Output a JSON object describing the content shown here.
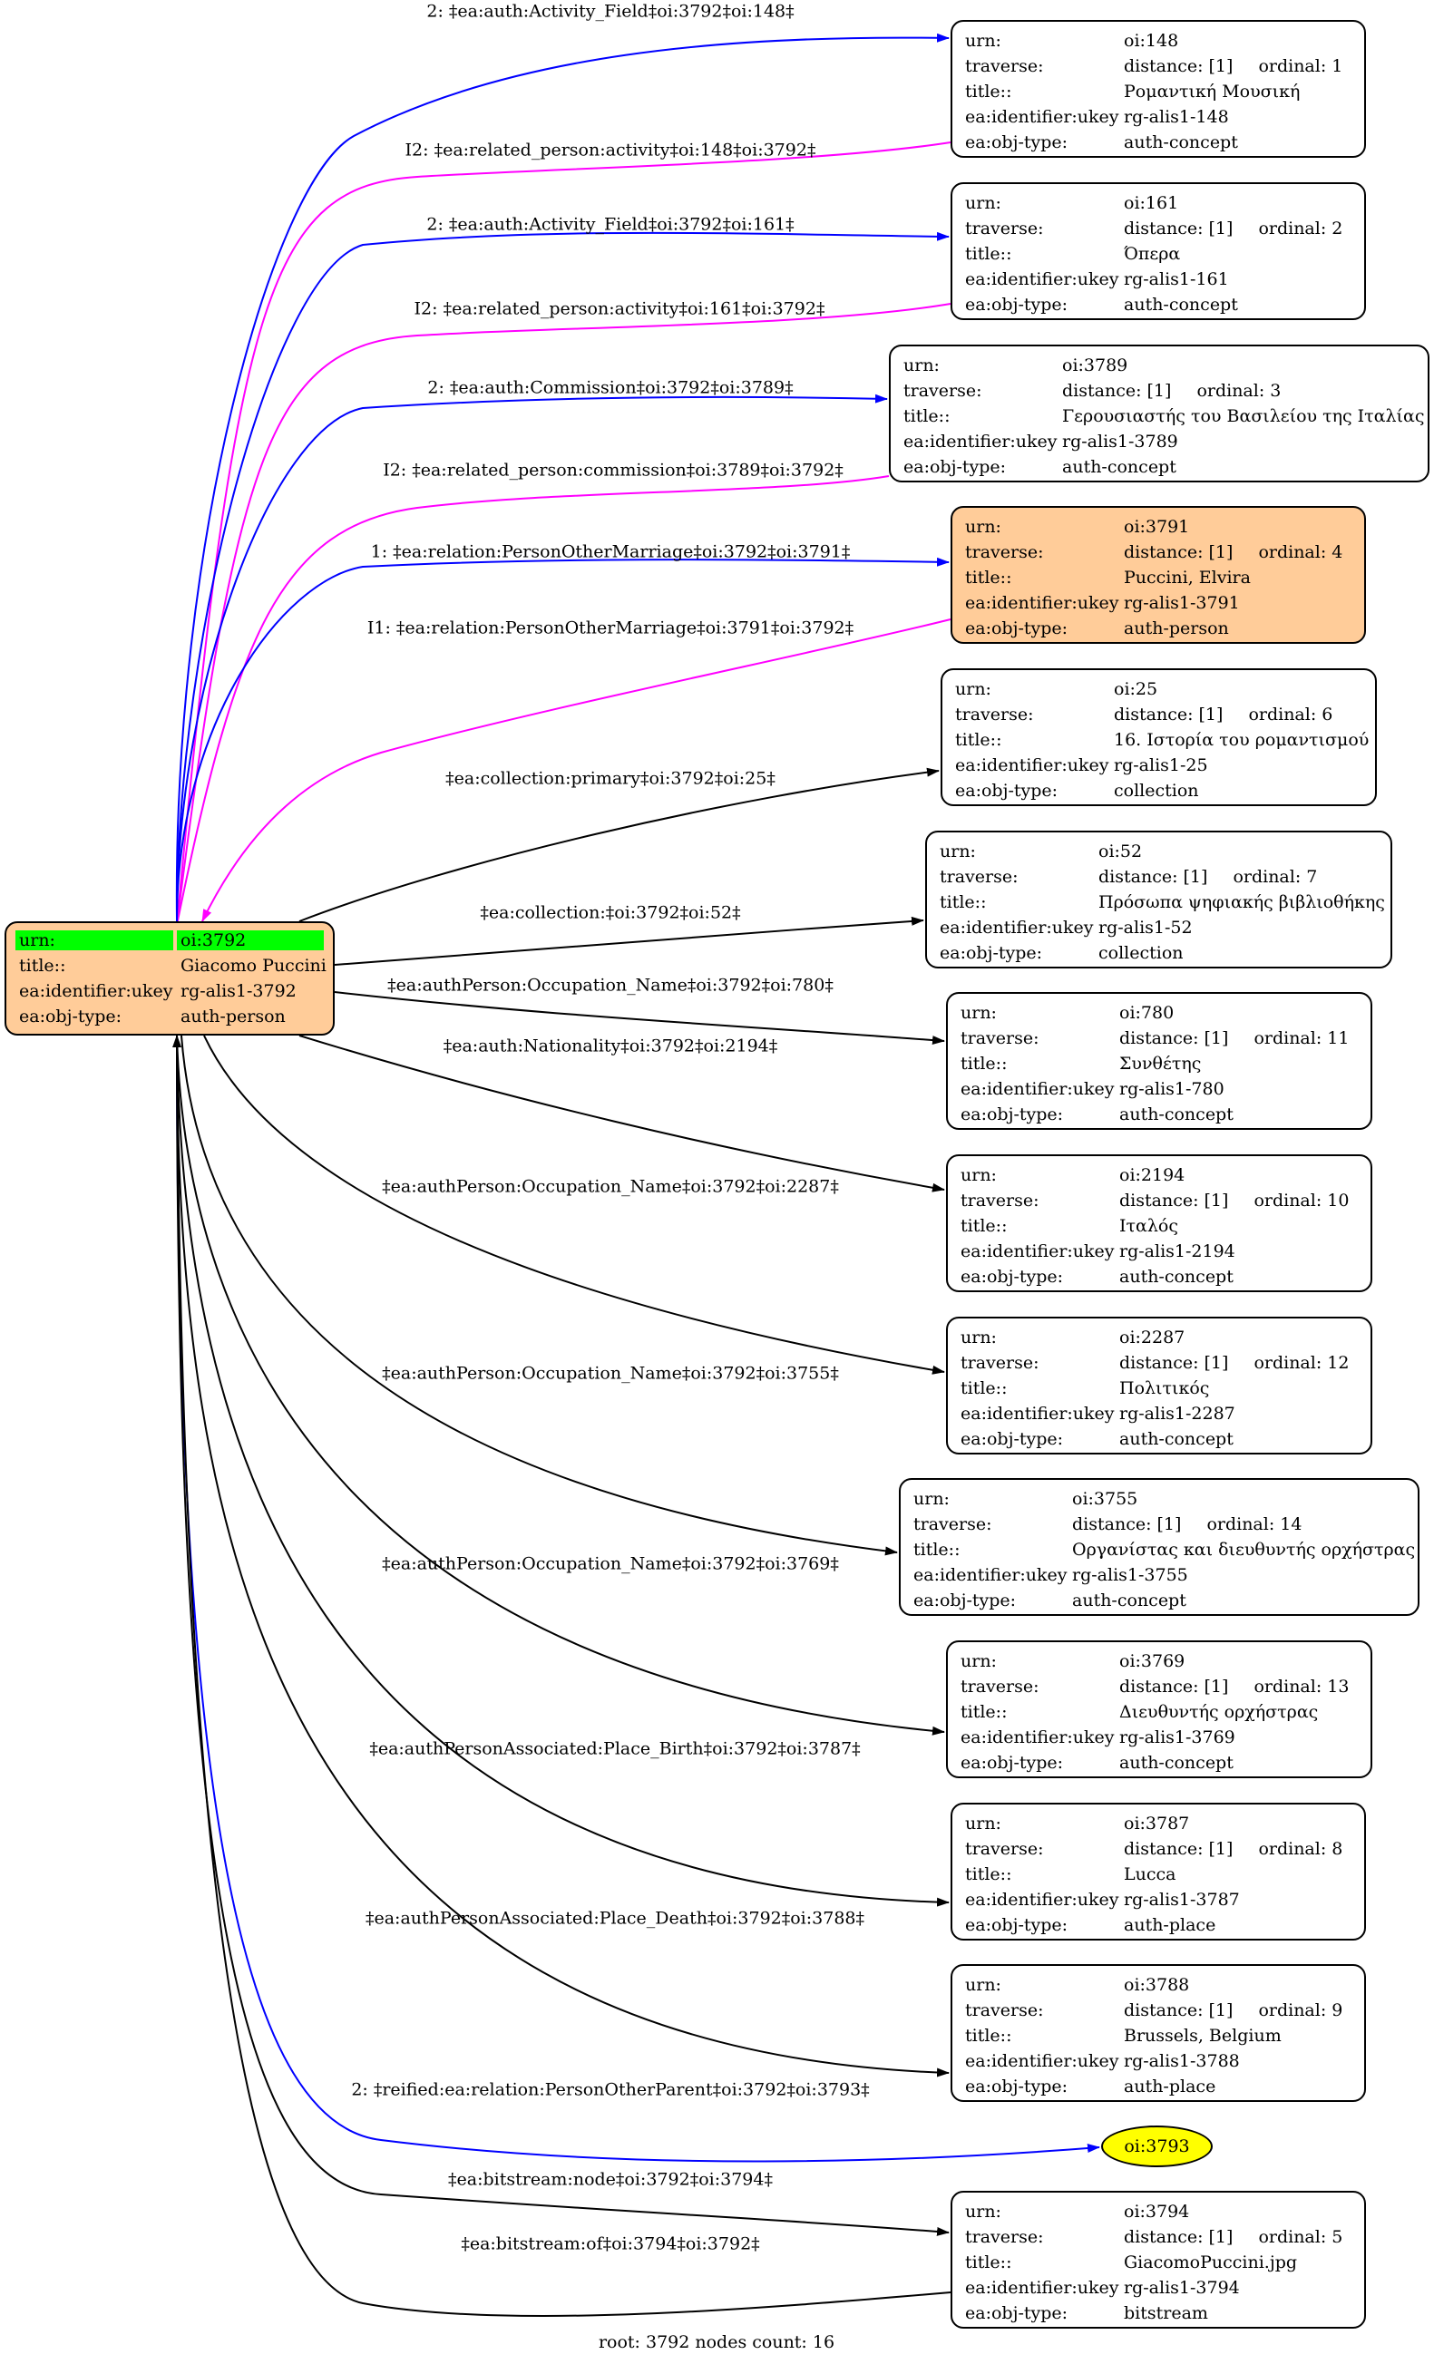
{
  "footer": "root: 3792 nodes count: 16",
  "colors": {
    "blue": "#0000ff",
    "magenta": "#ff00ff",
    "black": "#000000",
    "highlight": "#ffcc99",
    "root_urn": "#00ff00",
    "ellipse": "#ffff00"
  },
  "root": {
    "rows": [
      {
        "key": "urn:",
        "value": "oi:3792"
      },
      {
        "key": "title::",
        "value": "Giacomo Puccini"
      },
      {
        "key": "ea:identifier:ukey",
        "value": "rg-alis1-3792"
      },
      {
        "key": "ea:obj-type:",
        "value": "auth-person"
      }
    ]
  },
  "nodes": [
    {
      "id": "n148",
      "urn": "oi:148",
      "distance": "distance: [1]",
      "ordinal": "ordinal: 1",
      "title": "Ρομαντική Μουσική",
      "ukey": "rg-alis1-148",
      "objtype": "auth-concept",
      "highlight": false
    },
    {
      "id": "n161",
      "urn": "oi:161",
      "distance": "distance: [1]",
      "ordinal": "ordinal: 2",
      "title": "Όπερα",
      "ukey": "rg-alis1-161",
      "objtype": "auth-concept",
      "highlight": false
    },
    {
      "id": "n3789",
      "urn": "oi:3789",
      "distance": "distance: [1]",
      "ordinal": "ordinal: 3",
      "title": "Γερουσιαστής του Βασιλείου της Ιταλίας",
      "ukey": "rg-alis1-3789",
      "objtype": "auth-concept",
      "highlight": false
    },
    {
      "id": "n3791",
      "urn": "oi:3791",
      "distance": "distance: [1]",
      "ordinal": "ordinal: 4",
      "title": "Puccini, Elvira",
      "ukey": "rg-alis1-3791",
      "objtype": "auth-person",
      "highlight": true
    },
    {
      "id": "n25",
      "urn": "oi:25",
      "distance": "distance: [1]",
      "ordinal": "ordinal: 6",
      "title": "16. Ιστορία του ρομαντισμού",
      "ukey": "rg-alis1-25",
      "objtype": "collection",
      "highlight": false
    },
    {
      "id": "n52",
      "urn": "oi:52",
      "distance": "distance: [1]",
      "ordinal": "ordinal: 7",
      "title": "Πρόσωπα ψηφιακής βιβλιοθήκης",
      "ukey": "rg-alis1-52",
      "objtype": "collection",
      "highlight": false
    },
    {
      "id": "n780",
      "urn": "oi:780",
      "distance": "distance: [1]",
      "ordinal": "ordinal: 11",
      "title": "Συνθέτης",
      "ukey": "rg-alis1-780",
      "objtype": "auth-concept",
      "highlight": false
    },
    {
      "id": "n2194",
      "urn": "oi:2194",
      "distance": "distance: [1]",
      "ordinal": "ordinal: 10",
      "title": "Ιταλός",
      "ukey": "rg-alis1-2194",
      "objtype": "auth-concept",
      "highlight": false
    },
    {
      "id": "n2287",
      "urn": "oi:2287",
      "distance": "distance: [1]",
      "ordinal": "ordinal: 12",
      "title": "Πολιτικός",
      "ukey": "rg-alis1-2287",
      "objtype": "auth-concept",
      "highlight": false
    },
    {
      "id": "n3755",
      "urn": "oi:3755",
      "distance": "distance: [1]",
      "ordinal": "ordinal: 14",
      "title": "Οργανίστας και διευθυντής ορχήστρας",
      "ukey": "rg-alis1-3755",
      "objtype": "auth-concept",
      "highlight": false
    },
    {
      "id": "n3769",
      "urn": "oi:3769",
      "distance": "distance: [1]",
      "ordinal": "ordinal: 13",
      "title": "Διευθυντής ορχήστρας",
      "ukey": "rg-alis1-3769",
      "objtype": "auth-concept",
      "highlight": false
    },
    {
      "id": "n3787",
      "urn": "oi:3787",
      "distance": "distance: [1]",
      "ordinal": "ordinal: 8",
      "title": "Lucca",
      "ukey": "rg-alis1-3787",
      "objtype": "auth-place",
      "highlight": false
    },
    {
      "id": "n3788",
      "urn": "oi:3788",
      "distance": "distance: [1]",
      "ordinal": "ordinal: 9",
      "title": "Brussels, Belgium",
      "ukey": "rg-alis1-3788",
      "objtype": "auth-place",
      "highlight": false
    },
    {
      "id": "n3794",
      "urn": "oi:3794",
      "distance": "distance: [1]",
      "ordinal": "ordinal: 5",
      "title": "GiacomoPuccini.jpg",
      "ukey": "rg-alis1-3794",
      "objtype": "bitstream",
      "highlight": false
    }
  ],
  "ellipse": {
    "label": "oi:3793"
  },
  "row_keys": {
    "urn": "urn:",
    "traverse": "traverse:",
    "title": "title::",
    "ukey": "ea:identifier:ukey",
    "objtype": "ea:obj-type:"
  },
  "edges": [
    {
      "label": "2: ‡ea:auth:Activity_Field‡oi:3792‡oi:148‡",
      "color": "blue"
    },
    {
      "label": "I2: ‡ea:related_person:activity‡oi:148‡oi:3792‡",
      "color": "magenta"
    },
    {
      "label": "2: ‡ea:auth:Activity_Field‡oi:3792‡oi:161‡",
      "color": "blue"
    },
    {
      "label": "I2: ‡ea:related_person:activity‡oi:161‡oi:3792‡",
      "color": "magenta"
    },
    {
      "label": "2: ‡ea:auth:Commission‡oi:3792‡oi:3789‡",
      "color": "blue"
    },
    {
      "label": "I2: ‡ea:related_person:commission‡oi:3789‡oi:3792‡",
      "color": "magenta"
    },
    {
      "label": "1: ‡ea:relation:PersonOtherMarriage‡oi:3792‡oi:3791‡",
      "color": "blue"
    },
    {
      "label": "I1: ‡ea:relation:PersonOtherMarriage‡oi:3791‡oi:3792‡",
      "color": "magenta"
    },
    {
      "label": "‡ea:collection:primary‡oi:3792‡oi:25‡",
      "color": "black"
    },
    {
      "label": "‡ea:collection:‡oi:3792‡oi:52‡",
      "color": "black"
    },
    {
      "label": "‡ea:authPerson:Occupation_Name‡oi:3792‡oi:780‡",
      "color": "black"
    },
    {
      "label": "‡ea:auth:Nationality‡oi:3792‡oi:2194‡",
      "color": "black"
    },
    {
      "label": "‡ea:authPerson:Occupation_Name‡oi:3792‡oi:2287‡",
      "color": "black"
    },
    {
      "label": "‡ea:authPerson:Occupation_Name‡oi:3792‡oi:3755‡",
      "color": "black"
    },
    {
      "label": "‡ea:authPerson:Occupation_Name‡oi:3792‡oi:3769‡",
      "color": "black"
    },
    {
      "label": "‡ea:authPersonAssociated:Place_Birth‡oi:3792‡oi:3787‡",
      "color": "black"
    },
    {
      "label": "‡ea:authPersonAssociated:Place_Death‡oi:3792‡oi:3788‡",
      "color": "black"
    },
    {
      "label": "2: ‡reified:ea:relation:PersonOtherParent‡oi:3792‡oi:3793‡",
      "color": "blue"
    },
    {
      "label": "‡ea:bitstream:node‡oi:3792‡oi:3794‡",
      "color": "black"
    },
    {
      "label": "‡ea:bitstream:of‡oi:3794‡oi:3792‡",
      "color": "black"
    }
  ]
}
